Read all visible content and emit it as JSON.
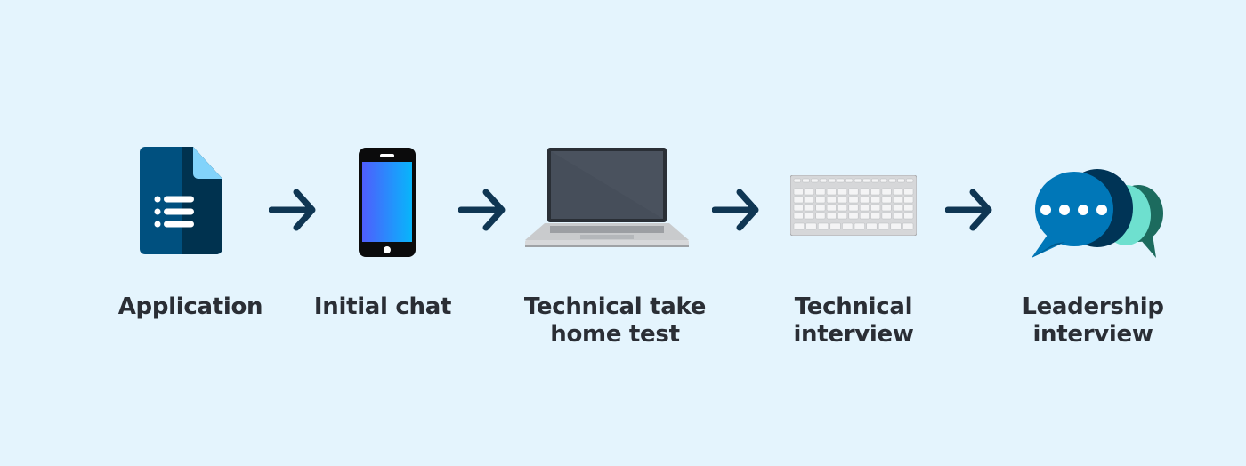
{
  "steps": [
    {
      "icon": "document-form-icon",
      "lines": [
        "Application"
      ]
    },
    {
      "icon": "smartphone-icon",
      "lines": [
        "Initial chat"
      ]
    },
    {
      "icon": "laptop-icon",
      "lines": [
        "Technical take",
        "home test"
      ]
    },
    {
      "icon": "keyboard-icon",
      "lines": [
        "Technical",
        "interview"
      ]
    },
    {
      "icon": "chat-bubbles-icon",
      "lines": [
        "Leadership",
        "interview"
      ]
    }
  ],
  "colors": {
    "background": "#e4f4fd",
    "arrow": "#0f3653",
    "text": "#2a2e35"
  }
}
